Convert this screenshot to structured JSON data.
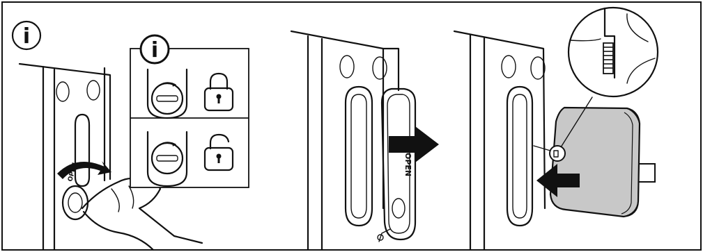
{
  "diagram": {
    "step1": {
      "info_symbol": "i",
      "dial_label": "OPEN",
      "inset": {
        "info_symbol": "i",
        "row_top": {
          "lock_state": "locked"
        },
        "row_bottom": {
          "lock_state": "unlocked"
        }
      }
    },
    "step2": {
      "cover_label": "OPEN",
      "arrow_direction": "right"
    },
    "step3": {
      "arrow_direction": "left",
      "part_color": "#c8c8c8"
    },
    "colors": {
      "arrow": "#111111",
      "line": "#111111",
      "fill_gray": "#c8c8c8"
    }
  }
}
